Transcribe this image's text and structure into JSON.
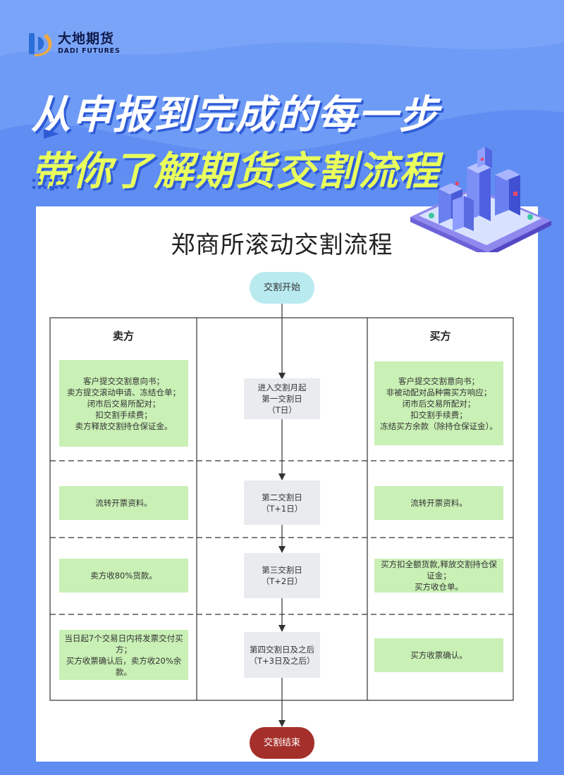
{
  "brand": {
    "name_cn": "大地期货",
    "name_en": "DADI FUTURES"
  },
  "headline": {
    "line1": "从申报到完成的每一步",
    "line2": "带你了解期货交割流程"
  },
  "diagram": {
    "title": "郑商所滚动交割流程",
    "start": "交割开始",
    "end": "交割结束",
    "seller_header": "卖方",
    "buyer_header": "买方",
    "steps": [
      {
        "center": "进入交割月起\n第一交割日\n（T日）",
        "seller": "客户提交交割意向书；\n卖方提交滚动申请、冻结仓单；\n闭市后交易所配对；\n扣交割手续费；\n卖方释放交割持仓保证金。",
        "buyer": "客户提交交割意向书；\n非被动配对品种需买方响应；\n闭市后交易所配对；\n扣交割手续费；\n冻结买方余款（除持仓保证金）。"
      },
      {
        "center": "第二交割日\n（T+1日）",
        "seller": "流转开票资料。",
        "buyer": "流转开票资料。"
      },
      {
        "center": "第三交割日\n（T+2日）",
        "seller": "卖方收80%货款。",
        "buyer": "买方扣全额货款,释放交割持仓保证金；\n买方收仓单。"
      },
      {
        "center": "第四交割日及之后\n（T+3日及之后）",
        "seller": "当日起7个交易日内将发票交付买方；\n买方收票确认后，卖方收20%余款。",
        "buyer": "买方收票确认。"
      }
    ]
  },
  "colors": {
    "background": "#6e9bf5",
    "accent": "#2f5bd6",
    "headline_yellow": "#e9ff5c",
    "green_box": "#c9f0b5",
    "start_node": "#b9eaf0",
    "end_node": "#a5302b"
  }
}
